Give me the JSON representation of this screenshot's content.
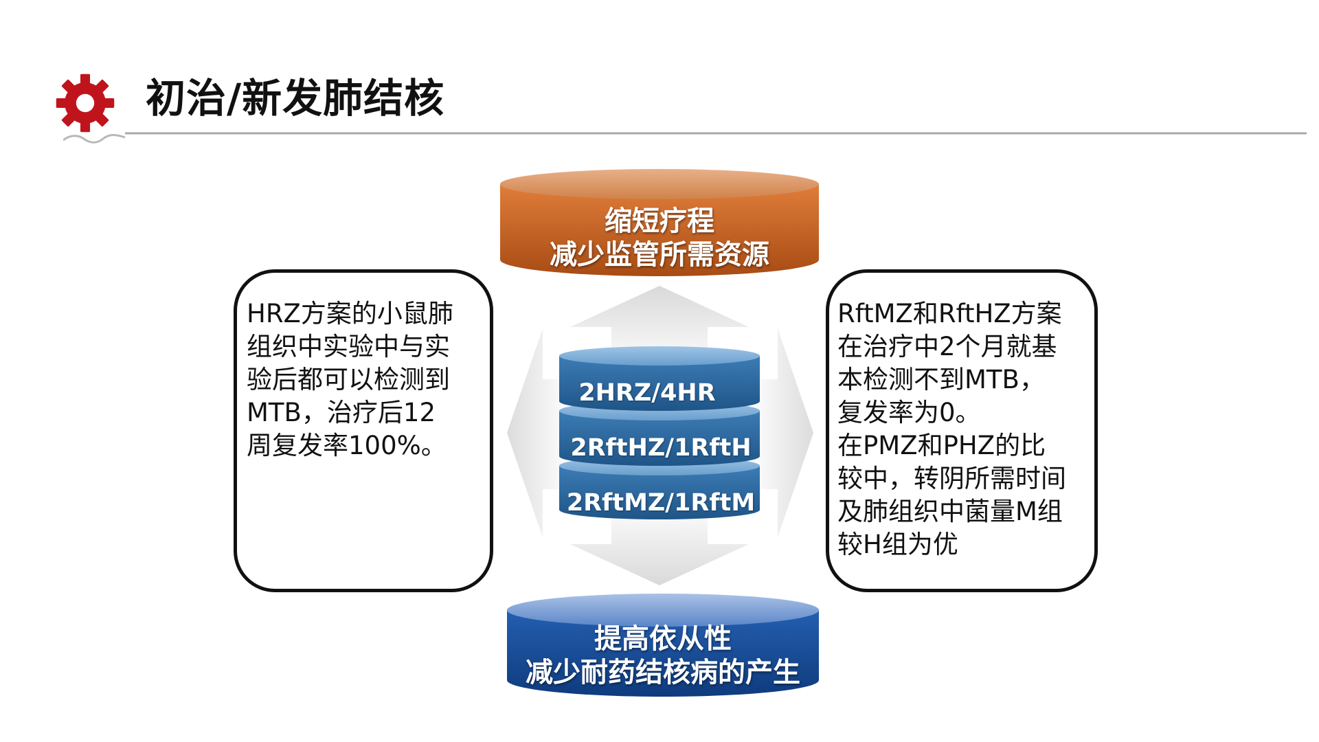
{
  "header": {
    "title": "初治/新发肺结核",
    "icon": "gear-icon",
    "accent_color": "#c0141c"
  },
  "diagram": {
    "top_cylinder": {
      "line1": "缩短疗程",
      "line2": "减少监管所需资源",
      "color": "#c8611e"
    },
    "bottom_cylinder": {
      "line1": "提高依从性",
      "line2": "减少耐药结核病的产生",
      "color": "#1b4f9a"
    },
    "stack": {
      "color": "#2f6ea5",
      "layers": [
        "2HRZ/4HR",
        "2RftHZ/1RftH",
        "2RftMZ/1RftM"
      ]
    },
    "left_box": {
      "text": "HRZ方案的小鼠肺\n组织中实验中与实\n验后都可以检测到\nMTB，治疗后12\n周复发率100%。"
    },
    "right_box": {
      "text": "RftMZ和RftHZ方案\n在治疗中2个月就基\n本检测不到MTB，\n复发率为0。\n在PMZ和PHZ的比\n较中，转阴所需时间\n及肺组织中菌量M组\n较H组为优"
    }
  }
}
